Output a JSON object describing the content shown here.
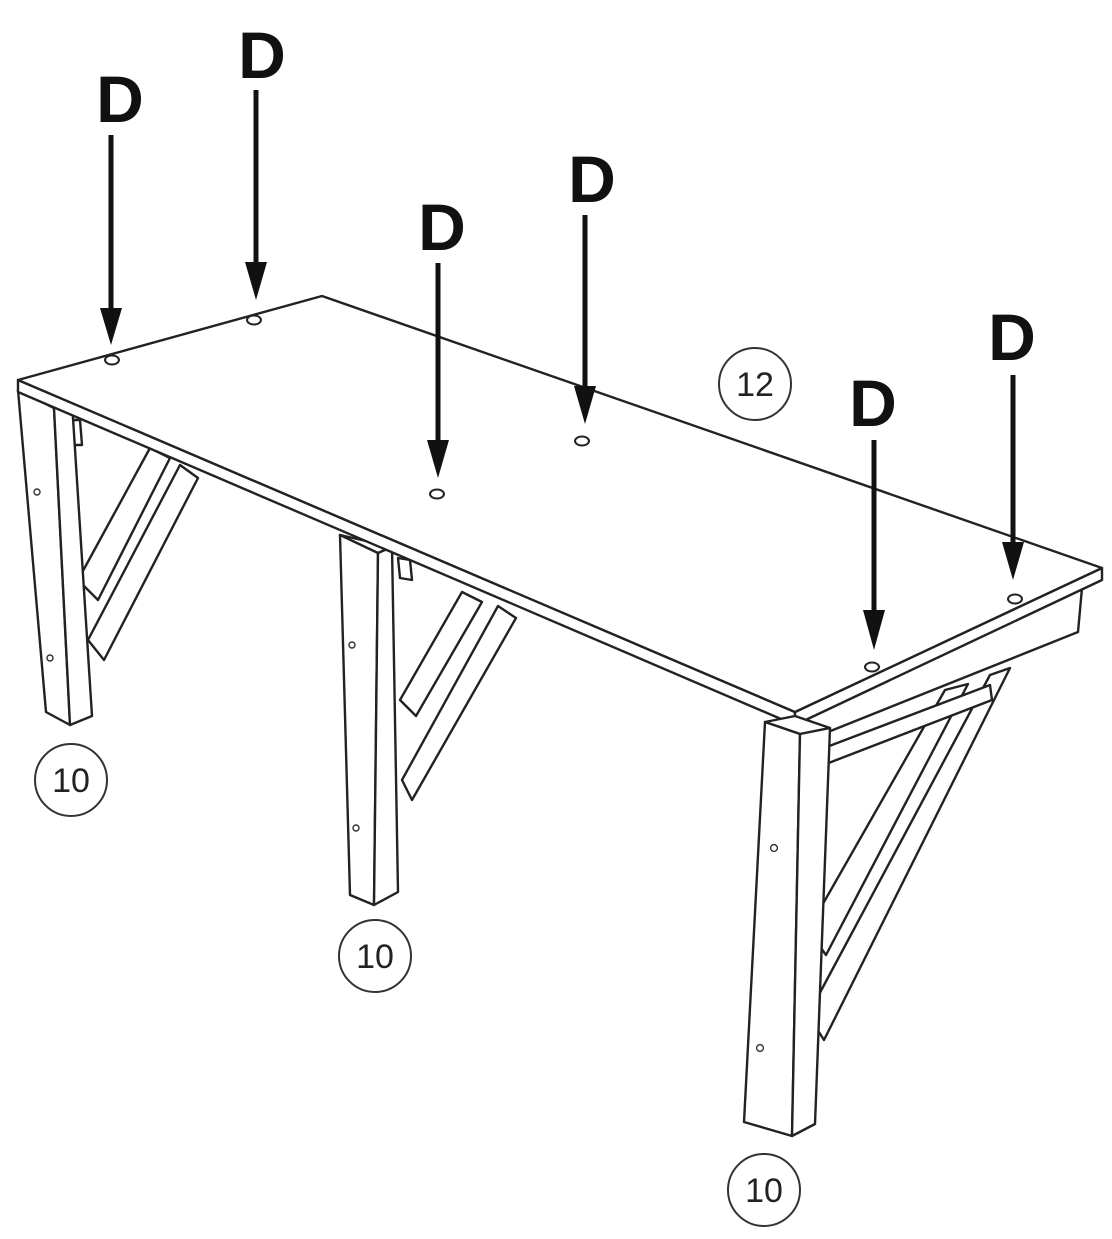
{
  "diagram": {
    "fastener_label": "D",
    "tabletop_part": "12",
    "leg_part": "10"
  },
  "colors": {
    "line": "#222222",
    "background": "#ffffff",
    "arrow": "#111111"
  },
  "icons": [
    "down-arrow-icon",
    "screw-hole-icon",
    "part-callout-circle"
  ]
}
